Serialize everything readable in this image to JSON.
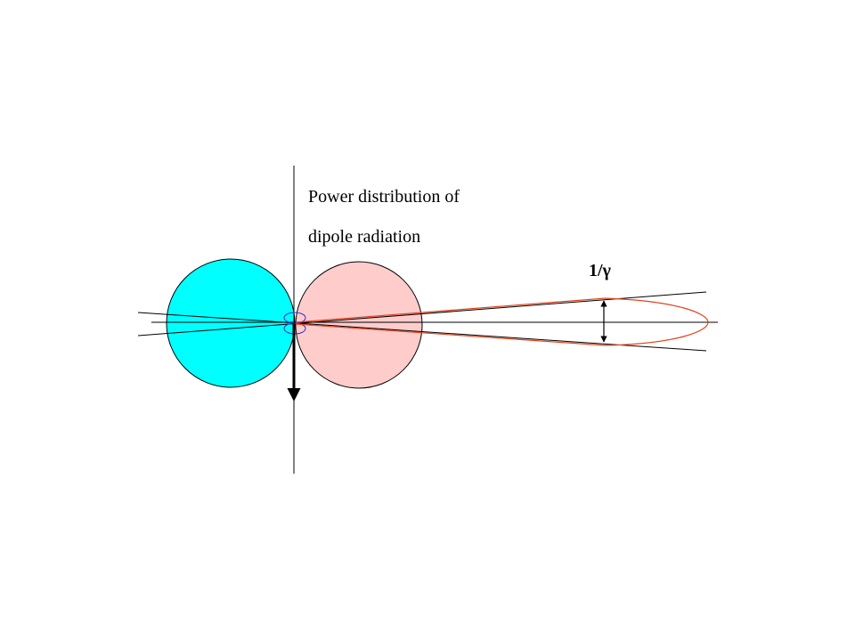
{
  "caption": {
    "line1": "Power distribution of",
    "line2": "dipole radiation"
  },
  "angle_label": "1/γ",
  "colors": {
    "left_lobe_fill": "#00ffff",
    "right_lobe_fill": "#ffcccc",
    "lobe_outline": "#000000",
    "small_lobes": "#3333cc",
    "forward_cone": "#e0441e",
    "lines": "#000000"
  }
}
